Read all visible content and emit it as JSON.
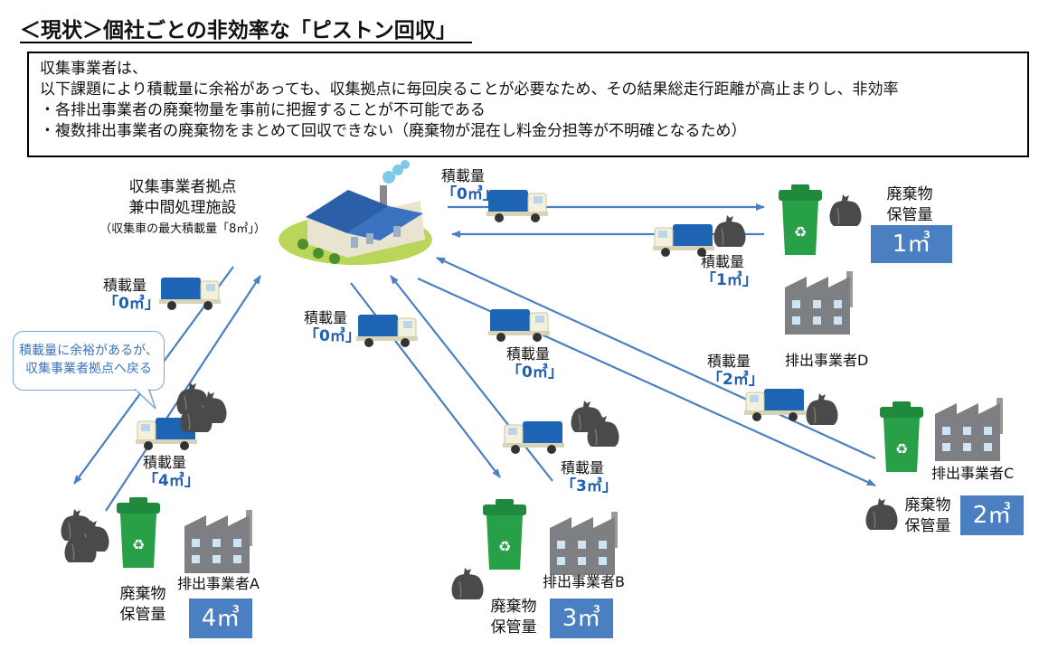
{
  "title": "＜現状＞個社ごとの非効率な「ピストン回収」",
  "summary": {
    "line1": "収集事業者は、",
    "line2": "以下課題により積載量に余裕があっても、収集拠点に毎回戻ることが必要なため、その結果総走行距離が高止まりし、非効率",
    "bullet1": "・各排出事業者の廃棄物量を事前に把握することが不可能である",
    "bullet2": "・複数排出事業者の廃棄物をまとめて回収できない（廃棄物が混在し料金分担等が不明確となるため）"
  },
  "hub": {
    "line1": "収集事業者拠点",
    "line2": "兼中間処理施設",
    "note": "（収集車の最大積載量「8㎥」）"
  },
  "load_label": "積載量",
  "loads": {
    "d_out": "「0㎥」",
    "d_back": "「1㎥」",
    "a_out": "「0㎥」",
    "a_back": "「4㎥」",
    "b_out": "「0㎥」",
    "b_back": "「3㎥」",
    "c_out": "「0㎥」",
    "c_back": "「2㎥」"
  },
  "bubble": {
    "line1": "積載量に余裕があるが、",
    "line2": "収集事業者拠点へ戻る"
  },
  "storage_label_1": "廃棄物",
  "storage_label_2": "保管量",
  "generators": {
    "a": "排出事業者A",
    "b": "排出事業者B",
    "c": "排出事業者C",
    "d": "排出事業者D"
  },
  "volumes": {
    "a": "4㎥",
    "b": "3㎥",
    "c": "2㎥",
    "d": "1㎥"
  }
}
